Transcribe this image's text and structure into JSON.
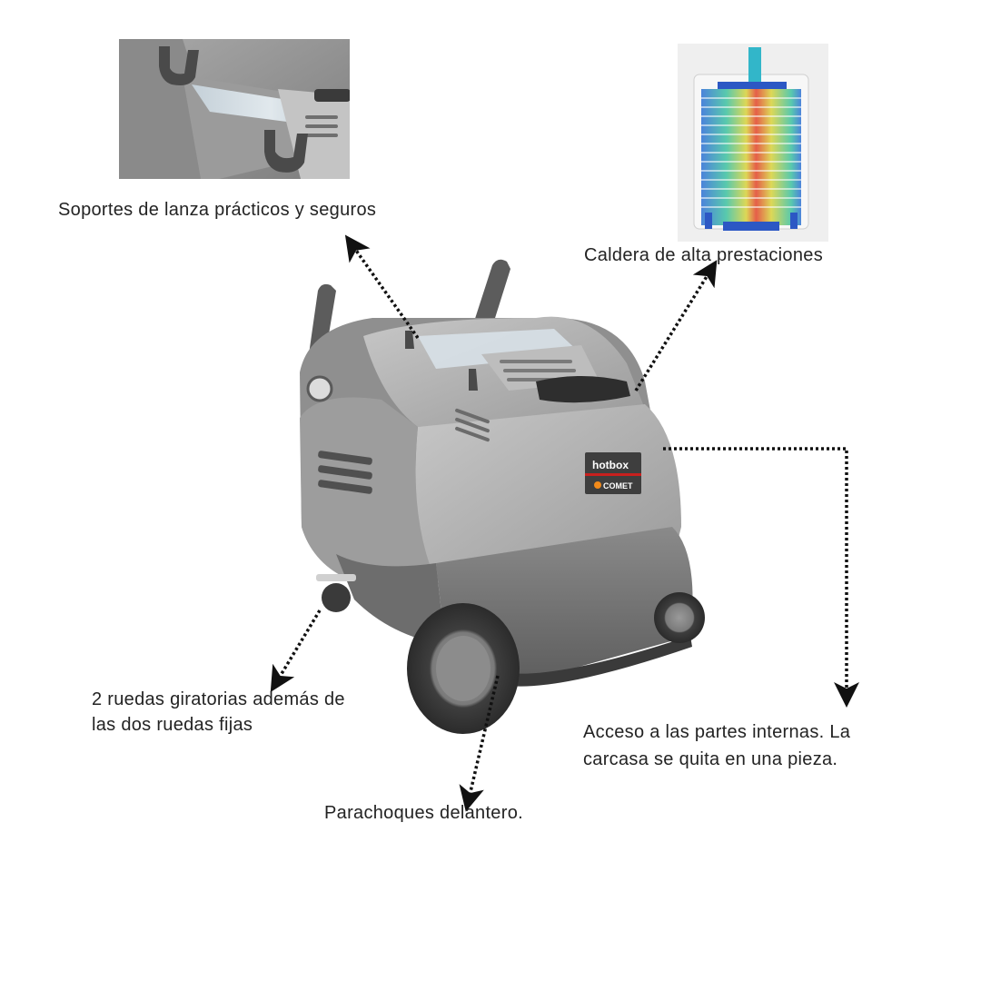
{
  "callouts": {
    "lance_holders": "Soportes de lanza prácticos y seguros",
    "boiler": "Caldera de alta prestaciones",
    "swivel_wheels_line1": "2 ruedas giratorias además de",
    "swivel_wheels_line2": "las dos ruedas fijas",
    "internal_access_line1": "Acceso a las partes internas. La",
    "internal_access_line2": "carcasa se quita en una pieza.",
    "front_bumper": "Parachoques delantero."
  },
  "product_badge": {
    "brand": "hotbox",
    "maker": "COMET"
  },
  "colors": {
    "body_light": "#b9b9b9",
    "body_dark": "#7c7c7c",
    "arrow": "#111111",
    "badge_red": "#c8201e",
    "badge_orange": "#f28a1a"
  }
}
